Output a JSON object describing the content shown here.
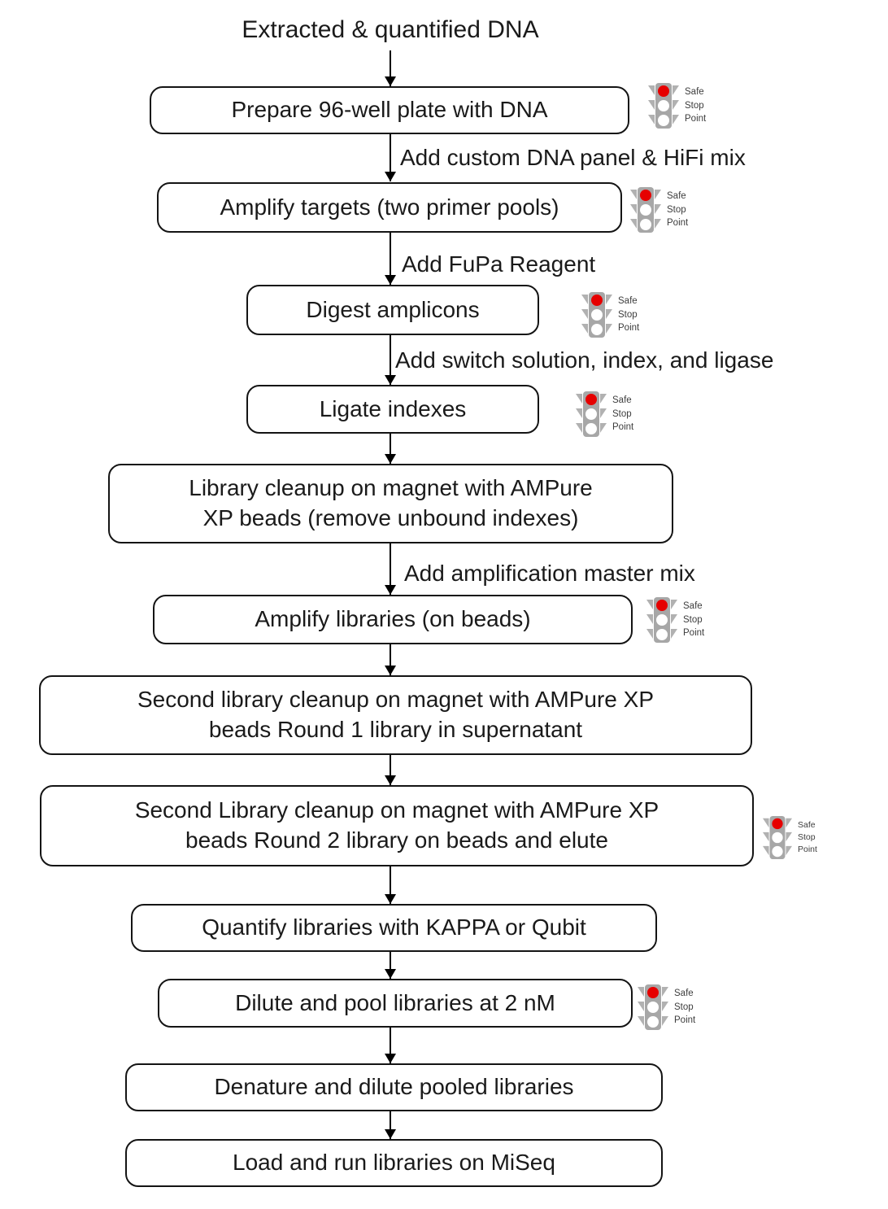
{
  "title": "Extracted & quantified DNA",
  "safe_stop_label": "Safe\nStop\nPoint",
  "colors": {
    "stop_light_red": "#e60000",
    "traffic_light_gray": "#a7a7a7",
    "box_border": "#141414",
    "background": "#ffffff"
  },
  "nodes": [
    {
      "label": "Prepare 96-well plate with DNA",
      "safe_stop_point": true
    },
    {
      "label": "Amplify targets (two primer pools)",
      "safe_stop_point": true
    },
    {
      "label": "Digest amplicons",
      "safe_stop_point": true
    },
    {
      "label": "Ligate indexes",
      "safe_stop_point": true
    },
    {
      "label": "Library cleanup on magnet with AMPure\nXP beads (remove unbound indexes)",
      "safe_stop_point": false
    },
    {
      "label": "Amplify libraries (on beads)",
      "safe_stop_point": true
    },
    {
      "label": "Second library cleanup on magnet with AMPure XP\nbeads Round 1 library in supernatant",
      "safe_stop_point": false
    },
    {
      "label": "Second Library cleanup on magnet with AMPure XP\nbeads Round 2 library on beads and elute",
      "safe_stop_point": true
    },
    {
      "label": "Quantify libraries with KAPPA or Qubit",
      "safe_stop_point": false
    },
    {
      "label": "Dilute and pool libraries at 2 nM",
      "safe_stop_point": true
    },
    {
      "label": "Denature and dilute pooled libraries",
      "safe_stop_point": false
    },
    {
      "label": "Load and run libraries on MiSeq",
      "safe_stop_point": false
    }
  ],
  "edge_labels": [
    "Add custom DNA panel & HiFi mix",
    "Add FuPa Reagent",
    "Add switch solution, index, and ligase",
    "Add amplification master mix"
  ]
}
